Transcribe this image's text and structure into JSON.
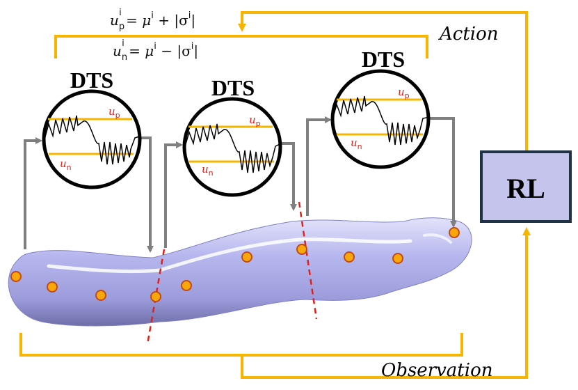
{
  "equations": {
    "up": {
      "u": "u",
      "sub": "p",
      "sup": "i",
      "rest": " = μ",
      "mu_sup": "i",
      "tail": " + |σ",
      "sigma_sup": "i",
      "end": "|"
    },
    "un": {
      "u": "u",
      "sub": "n",
      "sup": "i",
      "rest": " = μ",
      "mu_sup": "i",
      "tail": " − |σ",
      "sigma_sup": "i",
      "end": "|"
    }
  },
  "labels": {
    "action": "Action",
    "observation": "Observation",
    "rl": "RL"
  },
  "dts_modules": [
    {
      "title": "DTS",
      "up_main": "u",
      "up_sub": "p",
      "un_main": "u",
      "un_sub": "n"
    },
    {
      "title": "DTS",
      "up_main": "u",
      "up_sub": "p",
      "un_main": "u",
      "un_sub": "n"
    },
    {
      "title": "DTS",
      "up_main": "u",
      "up_sub": "p",
      "un_main": "u",
      "un_sub": "n"
    }
  ],
  "colors": {
    "bracket": "#f7b500",
    "arrow": "#7f7f7f",
    "rl_box_fill": "#c4c4ec",
    "rl_box_stroke": "#1f3246",
    "tube": "#a9a9e6",
    "sensor": "#f7a70c",
    "sensor_stroke": "#c24a12",
    "cut_line": "#e0201b",
    "threshold": "#f7b500"
  }
}
